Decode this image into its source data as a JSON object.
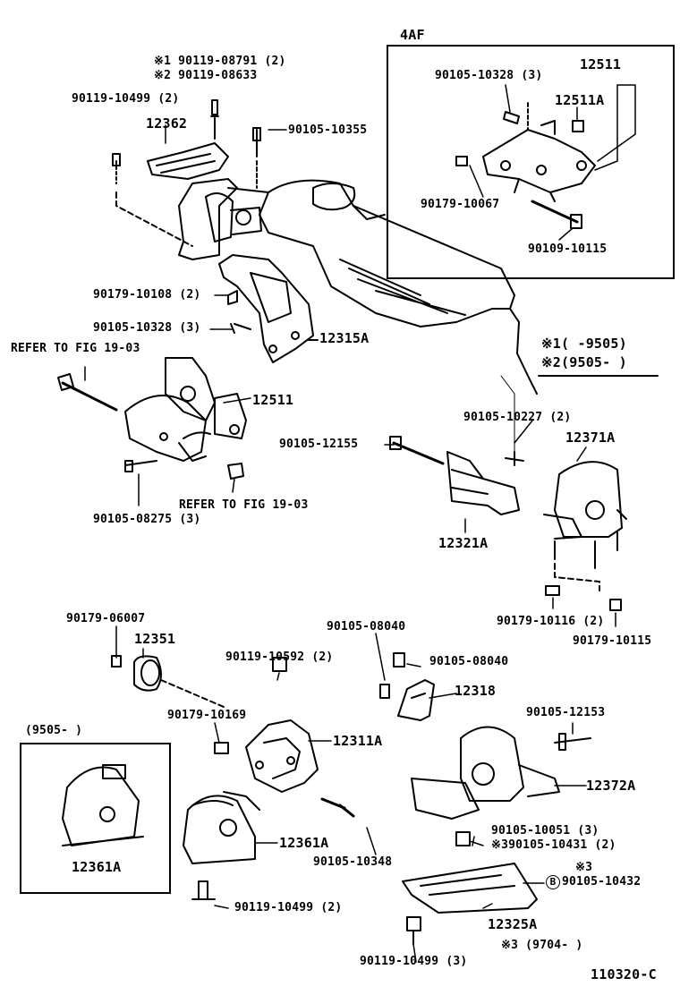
{
  "figure_id": "110320-C",
  "inset_4af": {
    "title": "4AF",
    "parts": [
      "90105-10328 (3)",
      "12511",
      "12511A",
      "90179-10067",
      "90109-10115"
    ]
  },
  "inset_9505": {
    "title": "(9505-          )",
    "part": "12361A"
  },
  "notes": {
    "n1": "※1(      -9505)",
    "n2": "※2(9505-        )",
    "n3": "※3  (9704-        )"
  },
  "callouts": {
    "c1": "※1 90119-08791 (2)",
    "c2": "※2 90119-08633",
    "c3": "90119-10499 (2)",
    "c4": "12362",
    "c5": "90105-10355",
    "c6": "90179-10108 (2)",
    "c7": "90105-10328 (3)",
    "c8": "12315A",
    "c9": "REFER TO FIG 19-03",
    "c10": "12511",
    "c11": "REFER TO FIG 19-03",
    "c12": "90105-08275 (3)",
    "c13": "90105-10227 (2)",
    "c14": "90105-12155",
    "c15": "12371A",
    "c16": "12321A",
    "c17": "90179-10116 (2)",
    "c18": "90179-10115",
    "c19": "90179-06007",
    "c20": "12351",
    "c21": "90105-08040",
    "c22": "90119-10592 (2)",
    "c23": "90105-08040",
    "c24": "12318",
    "c25": "90179-10169",
    "c26": "12311A",
    "c27": "90105-12153",
    "c28": "12372A",
    "c29": "12361A",
    "c30": "90105-10348",
    "c31": "90105-10051 (3)",
    "c32": "※390105-10431 (2)",
    "c33": "※3",
    "c34": "90105-10432",
    "c35": "B",
    "c36": "90119-10499 (2)",
    "c37": "12325A",
    "c38": "90119-10499 (3)"
  }
}
